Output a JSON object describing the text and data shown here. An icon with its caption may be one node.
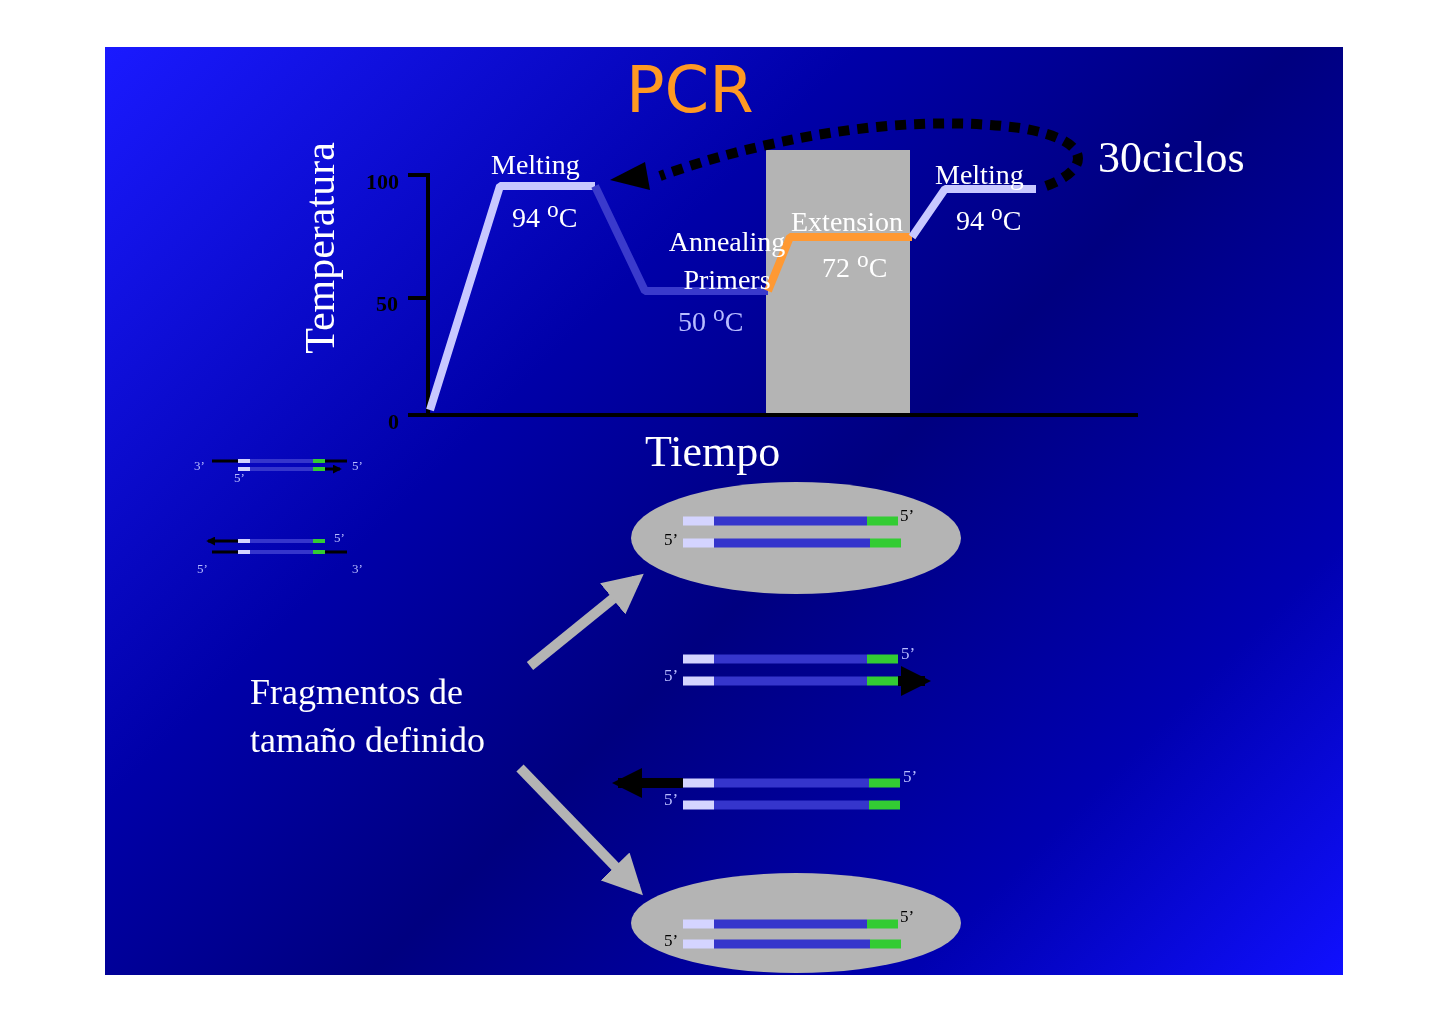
{
  "diagram": {
    "title": "PCR",
    "nodes": [
      {
        "text": [
          "Fragmentos de tamaño definido"
        ]
      },
      {
        "text": [
          "5’",
          "5’"
        ]
      },
      {
        "text": [
          "5’",
          "5’"
        ]
      }
    ],
    "edges": [
      {
        "from": 0,
        "to": 1,
        "arrow": "to"
      },
      {
        "from": 0,
        "to": 2,
        "arrow": "to"
      }
    ],
    "labels": [
      "Temperatura",
      "Melting",
      "100",
      "94 $^{o}$C",
      "Melting",
      "30ciclos",
      "Extension",
      "94 $^{o}$C",
      "Annealing Primers",
      "72 $^{o}$C",
      "50",
      "50 $^{o}$C",
      "0",
      "Tiempo",
      "3’",
      "5’",
      "5’",
      "5’",
      "5’",
      "3’",
      "5’",
      "5’",
      "5’",
      "5’"
    ]
  }
}
